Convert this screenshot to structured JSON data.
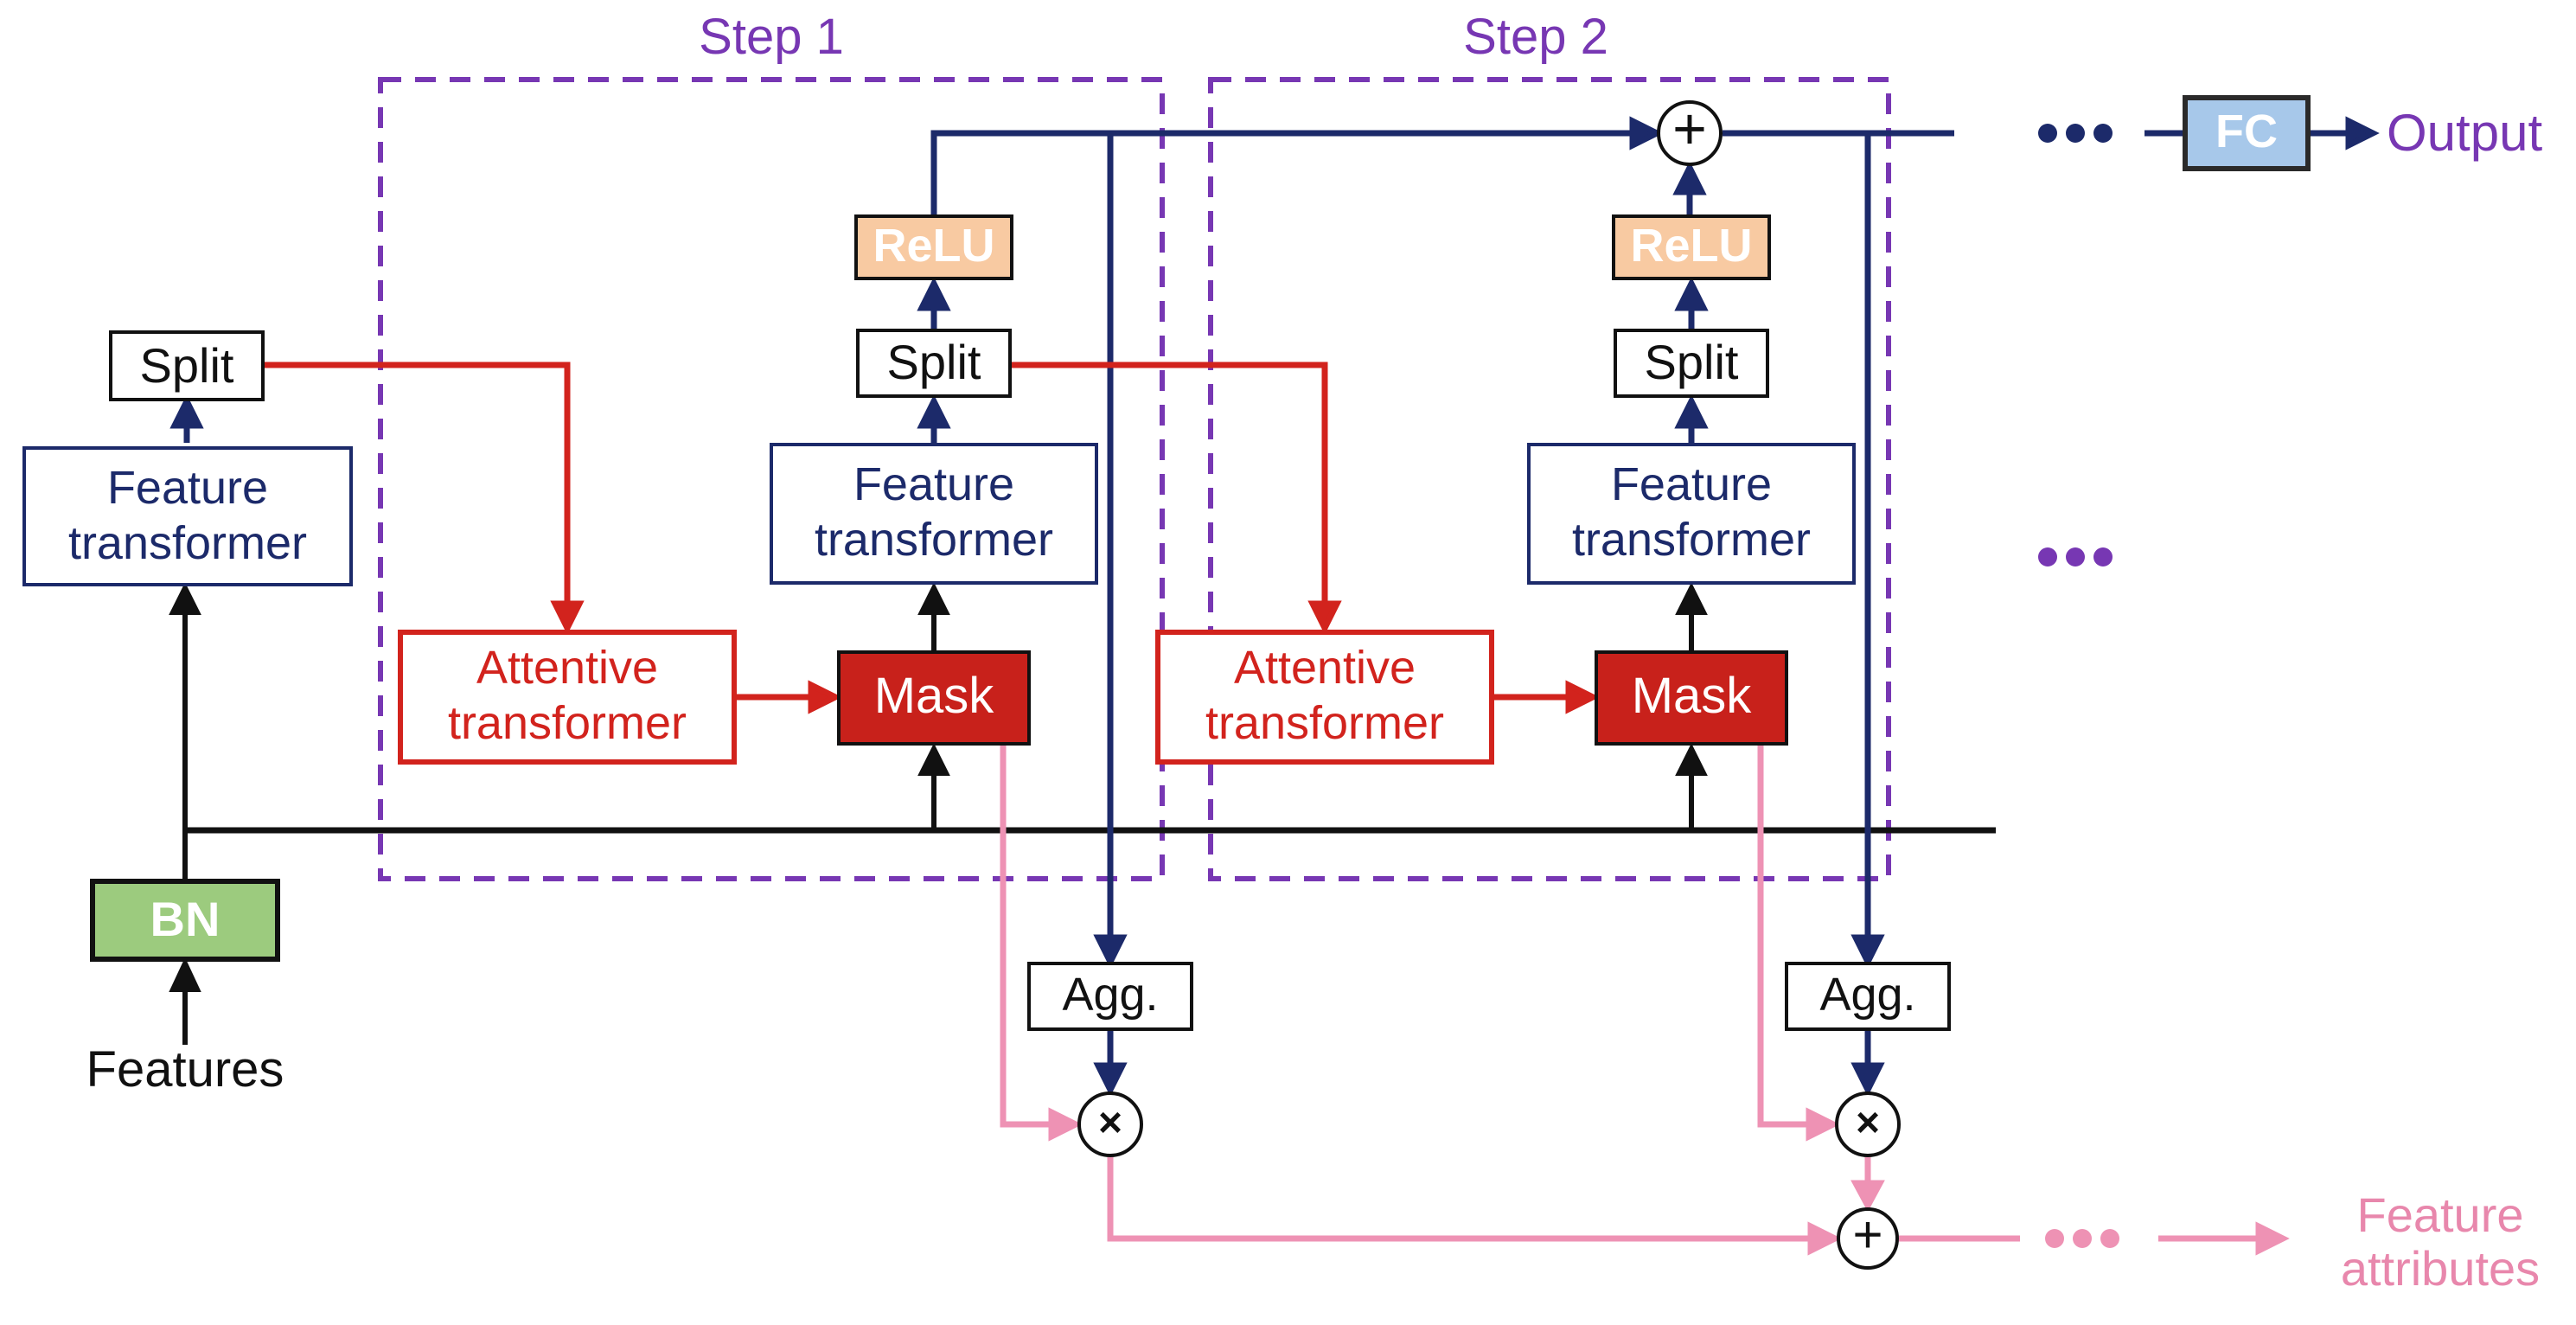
{
  "steps": [
    {
      "label": "Step 1"
    },
    {
      "label": "Step 2"
    }
  ],
  "nodes": {
    "bn": "BN",
    "split": "Split",
    "feature_transformer": "Feature transformer",
    "attentive_transformer": "Attentive transformer",
    "mask": "Mask",
    "relu": "ReLU",
    "agg": "Agg.",
    "fc": "FC"
  },
  "operators": {
    "sum": "+",
    "multiply": "×"
  },
  "labels": {
    "input": "Features",
    "output": "Output",
    "feature_attributes": "Feature attributes"
  },
  "colors": {
    "navy": "#1c2a6a",
    "red": "#d2231d",
    "pink": "#ee92b4",
    "pink_text": "#e887ac",
    "purple": "#7737b3",
    "black": "#111111",
    "bn_green": "#9ccb7e",
    "relu_peach": "#f8caa2",
    "mask_red": "#c8211b",
    "fc_blue": "#a7c8ea"
  }
}
